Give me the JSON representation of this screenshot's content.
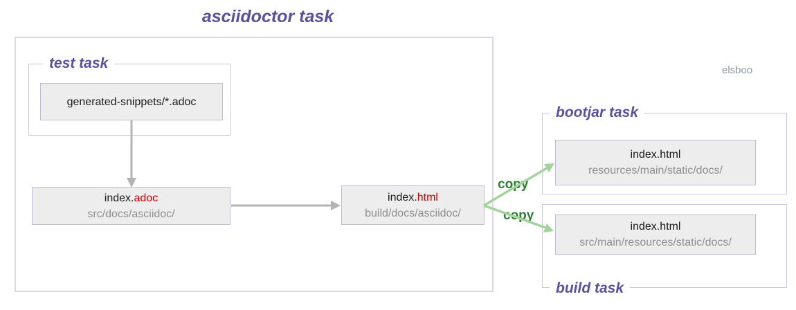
{
  "title": "asciidoctor task",
  "watermark": "elsboo",
  "groups": {
    "test": {
      "label": "test task"
    },
    "bootjar": {
      "label": "bootjar task"
    },
    "build": {
      "label": "build task"
    }
  },
  "nodes": {
    "snippets": {
      "name": "generated-snippets/*.adoc"
    },
    "index_adoc": {
      "name_base": "index.",
      "name_ext": "adoc",
      "path": "src/docs/asciidoc/"
    },
    "index_html": {
      "name_base": "index.",
      "name_ext": "html",
      "path": "build/docs/asciidoc/"
    },
    "bootjar_index_html": {
      "name": "index.html",
      "path": "resources/main/static/docs/"
    },
    "build_index_html": {
      "name": "index.html",
      "path": "src/main/resources/static/docs/"
    }
  },
  "edges": {
    "copy_to_bootjar_label": "copy",
    "copy_to_build_label": "copy"
  },
  "colors": {
    "accent_purple": "#5a4fa0",
    "outer_border": "#dcd6ec",
    "group_border": "#cdc6e0",
    "node_border": "#c3bcd6",
    "node_fill": "#ededed",
    "ext_red": "#cc0000",
    "path_gray": "#8f8f8f",
    "arrow_gray": "#b3b3b3",
    "copy_green": "#2e7d32",
    "arrow_green": "#a3d39c",
    "watermark_gray": "#8e959e"
  }
}
